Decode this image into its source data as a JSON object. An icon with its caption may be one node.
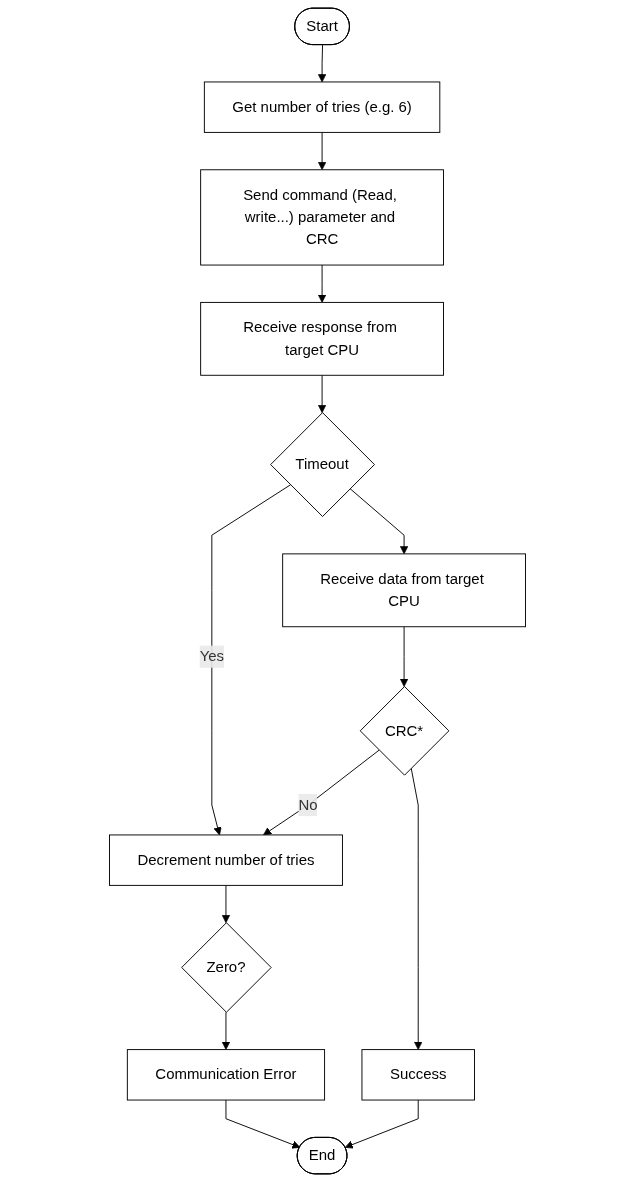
{
  "diagram": {
    "nodes": [
      {
        "text": [
          "Start"
        ]
      },
      {
        "text": [
          "Get number of tries (e.g. 6)"
        ]
      },
      {
        "text": [
          "Send command (Read, write...) parameter and CRC"
        ]
      },
      {
        "text": [
          "Receive response from target CPU"
        ]
      },
      {
        "text": [
          "Timeout"
        ]
      },
      {
        "text": [
          "Decrement number of tries"
        ]
      },
      {
        "text": [
          "Receive data from target CPU"
        ]
      },
      {
        "text": [
          "Zero?"
        ]
      },
      {
        "text": [
          "CRC*"
        ]
      },
      {
        "text": [
          "Communication Error"
        ]
      },
      {
        "text": [
          "Success"
        ]
      },
      {
        "text": [
          "End"
        ]
      }
    ],
    "edges": [
      {
        "from": 0,
        "to": 1,
        "arrow": "to"
      },
      {
        "from": 1,
        "to": 2,
        "arrow": "to"
      },
      {
        "from": 2,
        "to": 3,
        "arrow": "to"
      },
      {
        "from": 3,
        "to": 4,
        "arrow": "to"
      },
      {
        "from": 4,
        "to": 5,
        "arrow": "to",
        "label": "Yes"
      },
      {
        "from": 4,
        "to": 6,
        "arrow": "to"
      },
      {
        "from": 5,
        "to": 7,
        "arrow": "to"
      },
      {
        "from": 6,
        "to": 8,
        "arrow": "to"
      },
      {
        "from": 8,
        "to": 5,
        "arrow": "to",
        "label": "No"
      },
      {
        "from": 7,
        "to": 9,
        "arrow": "to"
      },
      {
        "from": 8,
        "to": 10,
        "arrow": "to"
      },
      {
        "from": 9,
        "to": 11,
        "arrow": "to"
      },
      {
        "from": 10,
        "to": 11,
        "arrow": "to"
      }
    ]
  }
}
